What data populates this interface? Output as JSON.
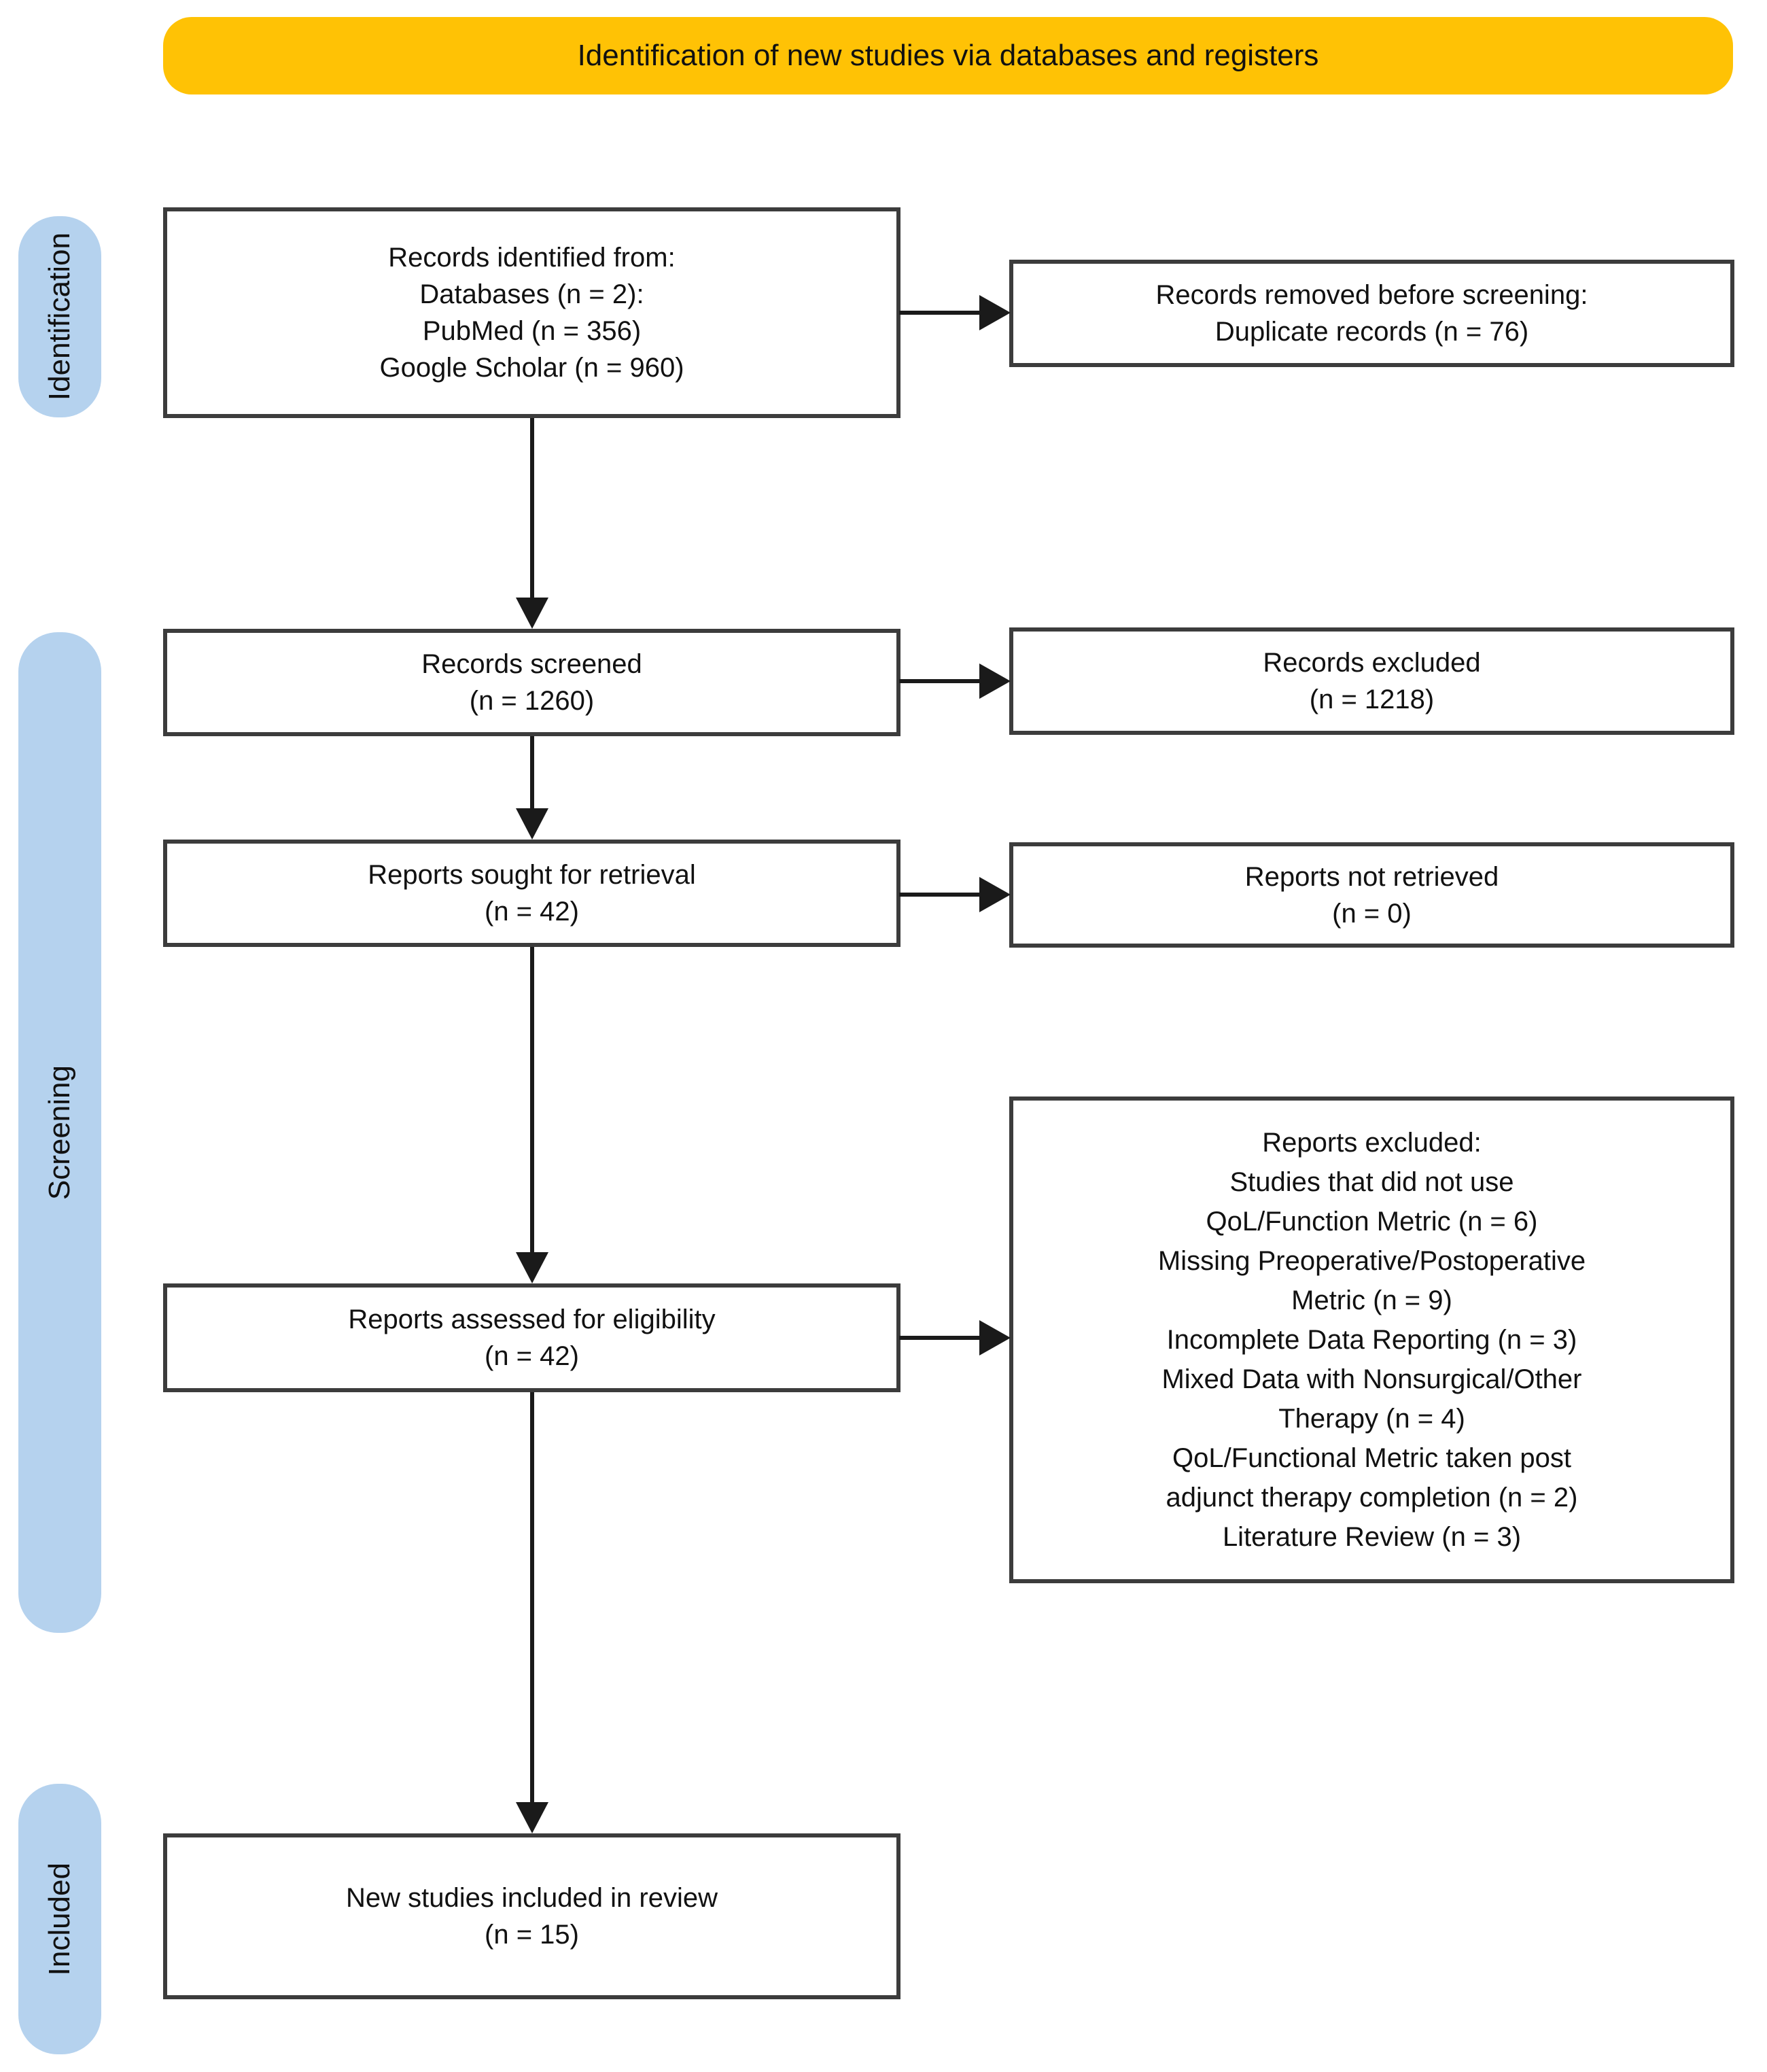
{
  "banner": {
    "label": "Identification of new studies via databases and registers"
  },
  "stages": {
    "identification": {
      "label": "Identification"
    },
    "screening": {
      "label": "Screening"
    },
    "included": {
      "label": "Included"
    }
  },
  "boxes": {
    "records_identified": {
      "text": "Records identified from:\nDatabases (n = 2):\nPubMed (n = 356)\nGoogle Scholar (n = 960)"
    },
    "records_removed": {
      "text": "Records removed before screening:\nDuplicate records (n = 76)"
    },
    "records_screened": {
      "text": "Records screened\n(n = 1260)"
    },
    "records_excluded": {
      "text": "Records excluded\n(n = 1218)"
    },
    "reports_sought": {
      "text": "Reports sought for retrieval\n(n = 42)"
    },
    "reports_not_retrieved": {
      "text": "Reports not retrieved\n(n = 0)"
    },
    "reports_assessed": {
      "text": "Reports assessed for eligibility\n(n = 42)"
    },
    "reports_excluded": {
      "text": "Reports excluded:\nStudies that did not use\nQoL/Function Metric (n = 6)\nMissing Preoperative/Postoperative\nMetric (n = 9)\nIncomplete Data Reporting (n = 3)\nMixed Data with Nonsurgical/Other\nTherapy (n = 4)\nQoL/Functional Metric taken post\nadjunct therapy completion (n = 2)\nLiterature Review (n = 3)"
    },
    "new_studies_included": {
      "text": "New studies included in review\n(n = 15)"
    }
  },
  "colors": {
    "banner_fill": "#FFC205",
    "stage_fill": "#B5D2EE",
    "box_border": "#3C3C3C",
    "arrow": "#1A1A1A",
    "text": "#111111"
  }
}
